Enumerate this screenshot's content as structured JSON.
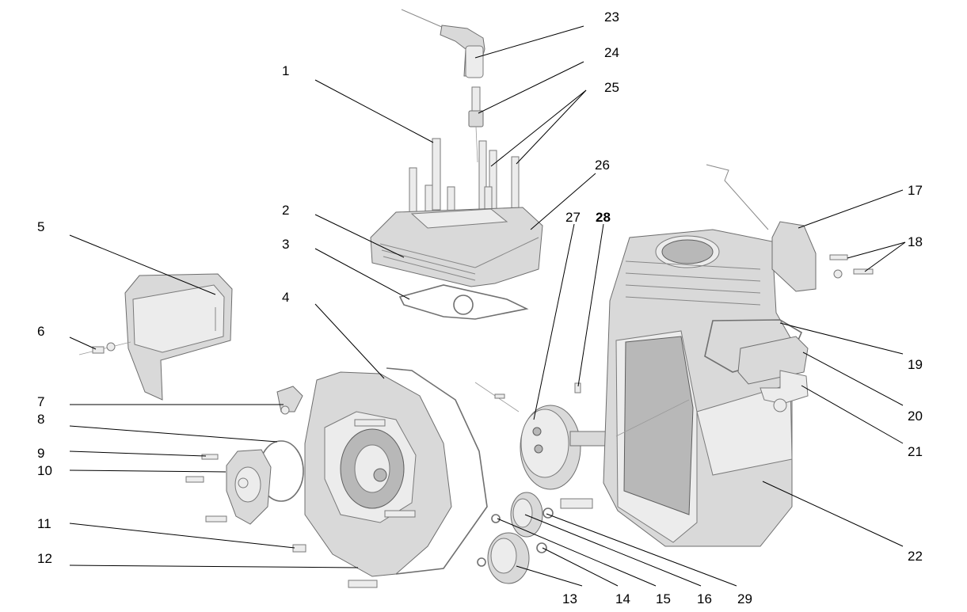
{
  "callouts": [
    {
      "id": "c1",
      "label": "1",
      "bold": false
    },
    {
      "id": "c2",
      "label": "2",
      "bold": false
    },
    {
      "id": "c3",
      "label": "3",
      "bold": false
    },
    {
      "id": "c4",
      "label": "4",
      "bold": false
    },
    {
      "id": "c5",
      "label": "5",
      "bold": false
    },
    {
      "id": "c6",
      "label": "6",
      "bold": false
    },
    {
      "id": "c7",
      "label": "7",
      "bold": false
    },
    {
      "id": "c8",
      "label": "8",
      "bold": false
    },
    {
      "id": "c9",
      "label": "9",
      "bold": false
    },
    {
      "id": "c10",
      "label": "10",
      "bold": false
    },
    {
      "id": "c11",
      "label": "11",
      "bold": false
    },
    {
      "id": "c12",
      "label": "12",
      "bold": false
    },
    {
      "id": "c13",
      "label": "13",
      "bold": false
    },
    {
      "id": "c14",
      "label": "14",
      "bold": false
    },
    {
      "id": "c15",
      "label": "15",
      "bold": false
    },
    {
      "id": "c16",
      "label": "16",
      "bold": false
    },
    {
      "id": "c17",
      "label": "17",
      "bold": false
    },
    {
      "id": "c18",
      "label": "18",
      "bold": false
    },
    {
      "id": "c19",
      "label": "19",
      "bold": false
    },
    {
      "id": "c20",
      "label": "20",
      "bold": false
    },
    {
      "id": "c21",
      "label": "21",
      "bold": false
    },
    {
      "id": "c22",
      "label": "22",
      "bold": false
    },
    {
      "id": "c23",
      "label": "23",
      "bold": false
    },
    {
      "id": "c24",
      "label": "24",
      "bold": false
    },
    {
      "id": "c25",
      "label": "25",
      "bold": false
    },
    {
      "id": "c26",
      "label": "26",
      "bold": false
    },
    {
      "id": "c27",
      "label": "27",
      "bold": false
    },
    {
      "id": "c28",
      "label": "28",
      "bold": true
    },
    {
      "id": "c29",
      "label": "29",
      "bold": false
    }
  ]
}
